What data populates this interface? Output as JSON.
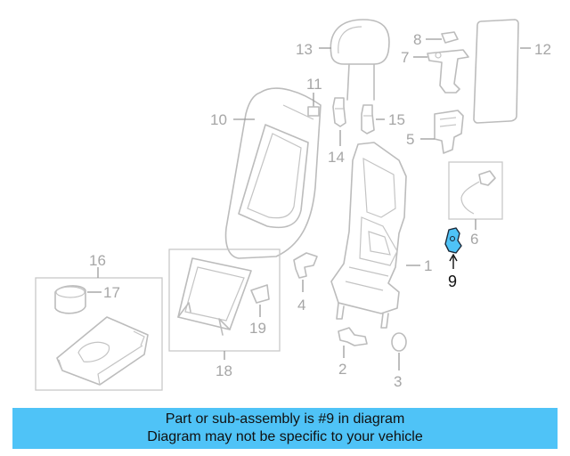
{
  "callouts": {
    "c1": "1",
    "c2": "2",
    "c3": "3",
    "c4": "4",
    "c5": "5",
    "c6": "6",
    "c7": "7",
    "c8": "8",
    "c9": "9",
    "c10": "10",
    "c11": "11",
    "c12": "12",
    "c13": "13",
    "c14": "14",
    "c15": "15",
    "c16": "16",
    "c17": "17",
    "c18": "18",
    "c19": "19"
  },
  "highlight": {
    "part": "9",
    "color": "#4fc3f7"
  },
  "banner": {
    "line1": "Part or sub-assembly is #9 in diagram",
    "line2": "Diagram may not be specific to your vehicle",
    "color": "#4fc3f7"
  }
}
